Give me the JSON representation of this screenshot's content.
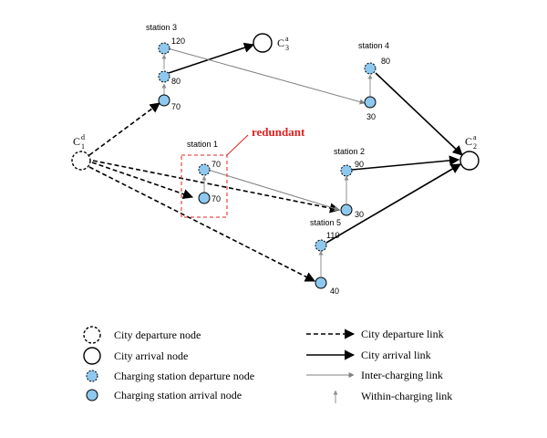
{
  "cities": {
    "departure": {
      "base": "C",
      "sup": "d",
      "sub": "1"
    },
    "arrival_3": {
      "base": "C",
      "sup": "a",
      "sub": "3"
    },
    "arrival_2": {
      "base": "C",
      "sup": "a",
      "sub": "2"
    }
  },
  "stations": {
    "s1": {
      "label": "station 1",
      "departure_value": "70",
      "arrival_value": "70"
    },
    "s2": {
      "label": "station 2",
      "departure_value": "90",
      "arrival_value": "30"
    },
    "s3": {
      "label": "station 3",
      "departure_value": "120",
      "arrival_value": "70",
      "extra_value": "80"
    },
    "s4": {
      "label": "station 4",
      "departure_value": "80",
      "arrival_value": "30"
    },
    "s5": {
      "label": "station 5",
      "departure_value": "110",
      "arrival_value": "40"
    }
  },
  "annotation": {
    "redundant": "redundant",
    "color": "#e02020"
  },
  "colors": {
    "station_fill": "#8ec8ee",
    "link": "#000000",
    "inter_link": "#808080"
  },
  "legend": {
    "city_departure_node": "City departure node",
    "city_arrival_node": "City arrival node",
    "charging_departure_node": "Charging station departure node",
    "charging_arrival_node": "Charging station arrival node",
    "city_departure_link": "City departure link",
    "city_arrival_link": "City arrival link",
    "inter_charging_link": "Inter-charging link",
    "within_charging_link": "Within-charging link"
  }
}
